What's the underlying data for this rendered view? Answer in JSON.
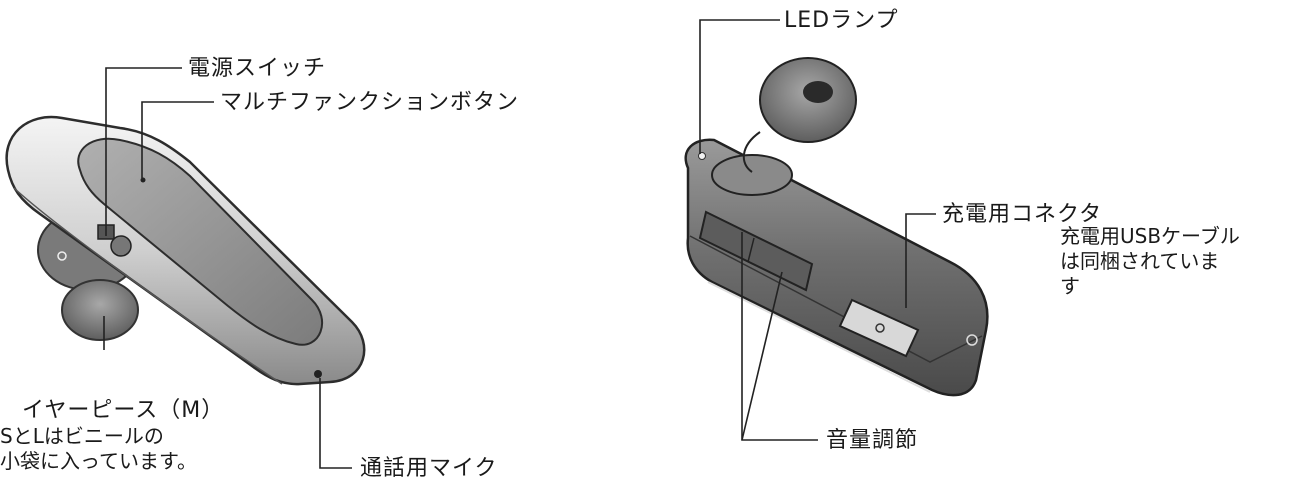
{
  "labels": {
    "power_switch": "電源スイッチ",
    "multifunction_button": "マルチファンクションボタン",
    "led_lamp": "LEDランプ",
    "charging_connector": "充電用コネクタ",
    "usb_cable_note": "充電用USBケーブル\nは同梱されていま\nす",
    "earpiece": "イヤーピース（M）",
    "earpiece_note": "SとLはビニールの\n小袋に入っています。",
    "call_mic": "通話用マイク",
    "volume": "音量調節"
  }
}
